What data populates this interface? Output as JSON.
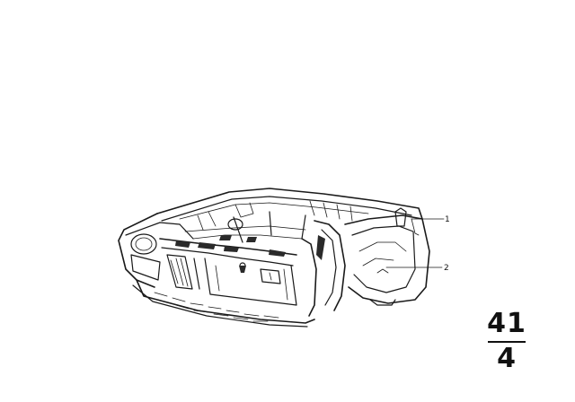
{
  "callouts": [
    {
      "id": "1",
      "label": "1"
    },
    {
      "id": "2",
      "label": "2"
    }
  ],
  "group_code": {
    "main": "41",
    "sub": "4"
  }
}
